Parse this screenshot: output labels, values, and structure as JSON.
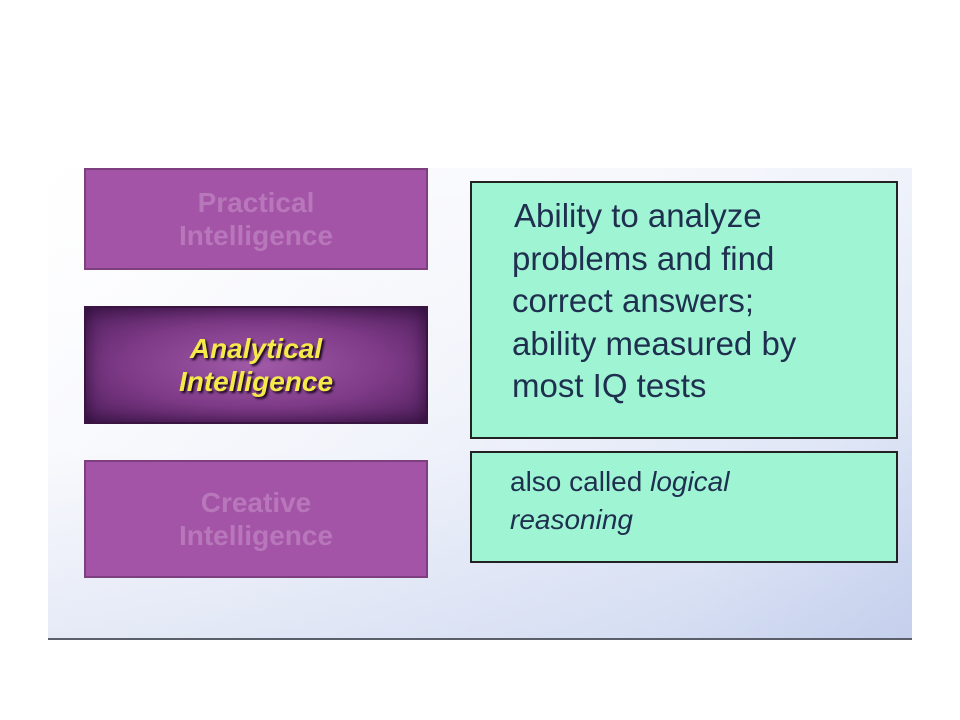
{
  "tiles": [
    {
      "id": "practical",
      "lines": [
        "Practical",
        "Intelligence"
      ],
      "state": "dimmed"
    },
    {
      "id": "analytical",
      "lines": [
        "Analytical",
        "Intelligence"
      ],
      "state": "highlighted"
    },
    {
      "id": "creative",
      "lines": [
        "Creative",
        "Intelligence"
      ],
      "state": "dimmed"
    }
  ],
  "definition": {
    "lines": [
      "Ability to analyze",
      "problems and find",
      "correct answers;",
      "ability measured by",
      "most IQ tests"
    ]
  },
  "note": {
    "prefix": "also called ",
    "emphasis_line1": "logical",
    "emphasis_line2": "reasoning"
  },
  "colors": {
    "tile_dim": "#a354a6",
    "tile_active": "#7e3a87",
    "active_text": "#f5ea4a",
    "description_bg": "#9ff5d3",
    "description_text": "#1f2f4f"
  }
}
